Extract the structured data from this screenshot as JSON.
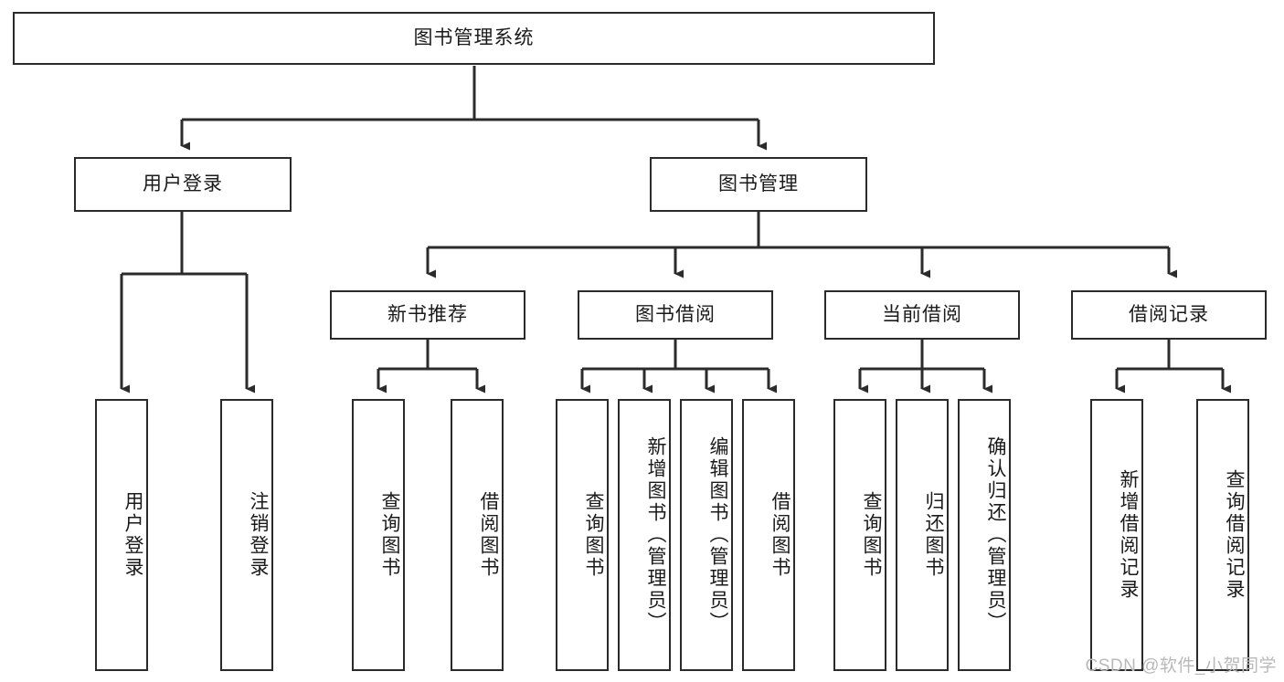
{
  "diagram": {
    "title": "图书管理系统",
    "type": "tree-hierarchy-diagram",
    "colors": {
      "stroke": "#2b2b2b",
      "fill": "#ffffff",
      "text": "#1a1a1a",
      "watermark": "#b9b9b9"
    },
    "root": {
      "id": "root",
      "label": "图书管理系统"
    },
    "level2": [
      {
        "id": "user-login",
        "label": "用户登录"
      },
      {
        "id": "book-management",
        "label": "图书管理"
      }
    ],
    "level3": [
      {
        "id": "new-book-recommend",
        "label": "新书推荐"
      },
      {
        "id": "book-borrow",
        "label": "图书借阅"
      },
      {
        "id": "current-borrow",
        "label": "当前借阅"
      },
      {
        "id": "borrow-record",
        "label": "借阅记录"
      }
    ],
    "leaves": {
      "user_login": [
        {
          "id": "leaf-user-login",
          "label": "用户登录"
        },
        {
          "id": "leaf-logout",
          "label": "注销登录"
        }
      ],
      "new_book_recommend": [
        {
          "id": "leaf-query-book-1",
          "label": "查询图书"
        },
        {
          "id": "leaf-borrow-book-1",
          "label": "借阅图书"
        }
      ],
      "book_borrow": [
        {
          "id": "leaf-query-book-2",
          "label": "查询图书"
        },
        {
          "id": "leaf-add-book",
          "label": "新增图书（管理员）"
        },
        {
          "id": "leaf-edit-book",
          "label": "编辑图书（管理员）"
        },
        {
          "id": "leaf-borrow-book-2",
          "label": "借阅图书"
        }
      ],
      "current_borrow": [
        {
          "id": "leaf-query-book-3",
          "label": "查询图书"
        },
        {
          "id": "leaf-return-book",
          "label": "归还图书"
        },
        {
          "id": "leaf-confirm-return",
          "label": "确认归还（管理员）"
        }
      ],
      "borrow_record": [
        {
          "id": "leaf-add-record",
          "label": "新增借阅记录"
        },
        {
          "id": "leaf-query-record",
          "label": "查询借阅记录"
        }
      ]
    }
  },
  "watermark": {
    "text": "CSDN @软件_小贺同学"
  }
}
